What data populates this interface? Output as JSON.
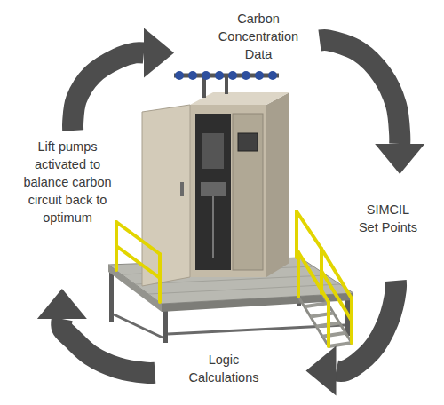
{
  "diagram": {
    "nodes": [
      {
        "text": [
          "Carbon Concentration Data"
        ]
      },
      {
        "text": [
          "SIMCIL Set Points"
        ]
      },
      {
        "text": [
          "Logic Calculations"
        ]
      },
      {
        "text": [
          "Lift pumps activated to balance carbon circuit back to optimum"
        ]
      }
    ],
    "edges": [
      {
        "from": 0,
        "to": 1,
        "arrow": "to"
      },
      {
        "from": 1,
        "to": 2,
        "arrow": "to"
      },
      {
        "from": 2,
        "to": 3,
        "arrow": "to"
      },
      {
        "from": 3,
        "to": 0,
        "arrow": "to"
      }
    ]
  }
}
